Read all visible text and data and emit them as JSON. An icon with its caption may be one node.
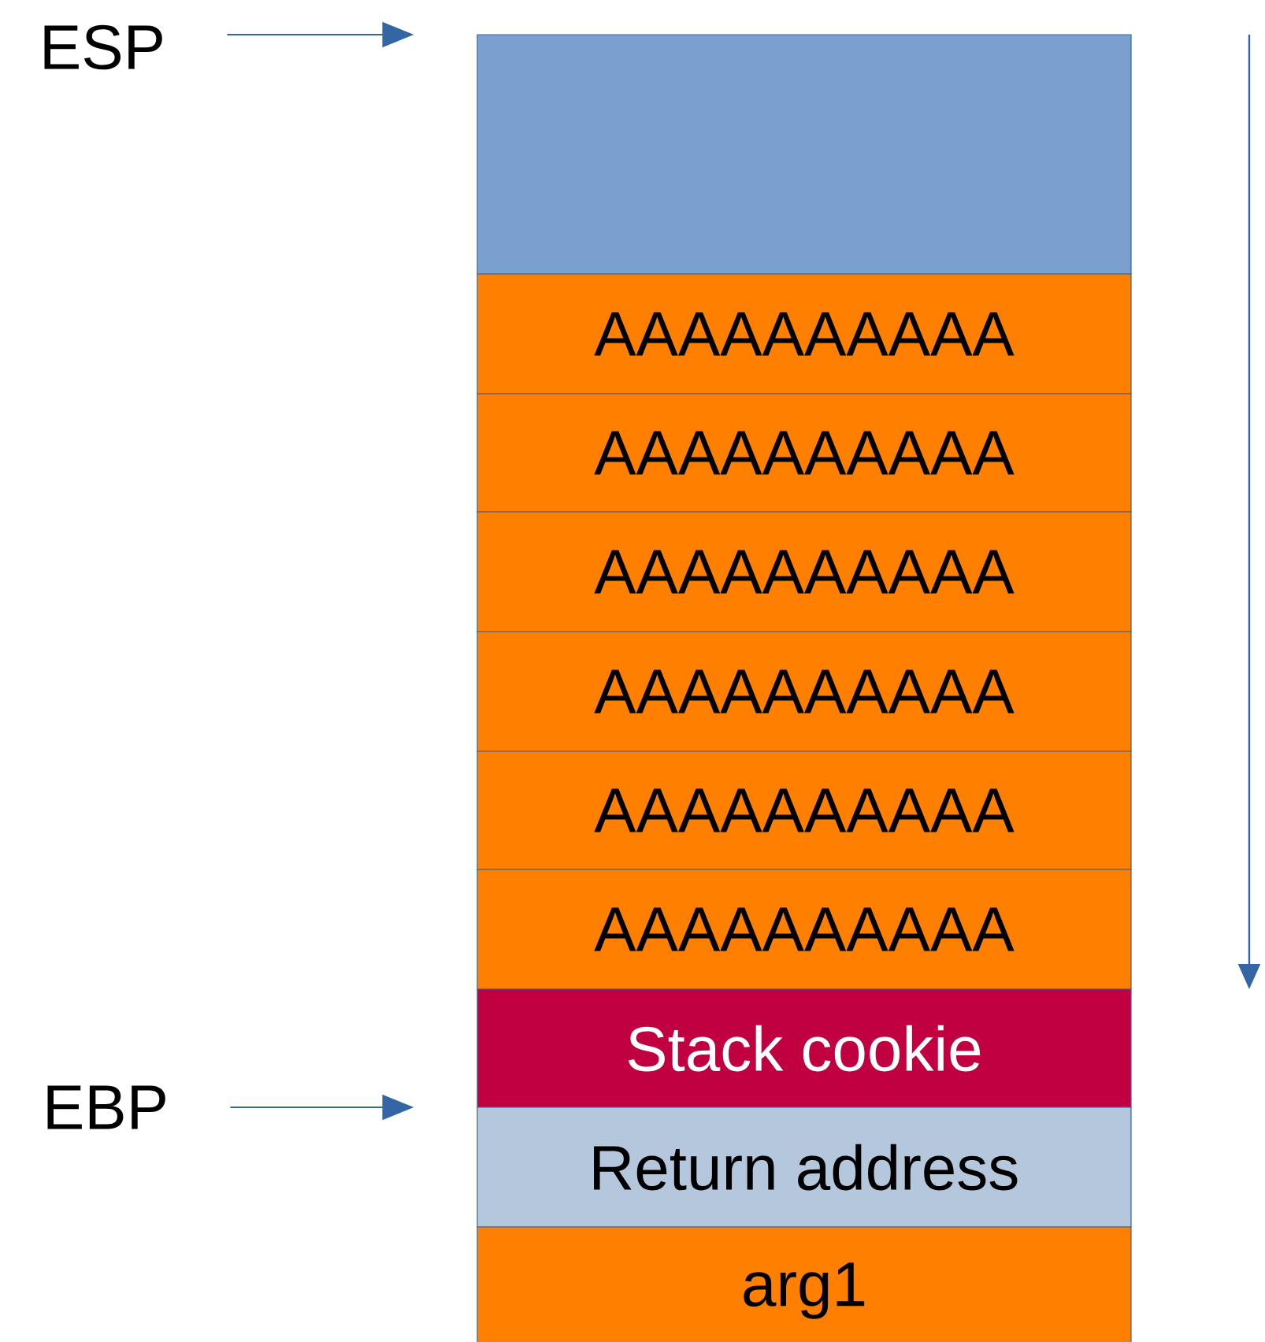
{
  "diagram": {
    "nodes": [
      {
        "text": [
          "ESP"
        ]
      },
      {
        "text": [],
        "shape": "box"
      },
      {
        "text": [
          "AAAAAAAAAA"
        ]
      },
      {
        "text": [
          "AAAAAAAAAA"
        ]
      },
      {
        "text": [
          "AAAAAAAAAA"
        ]
      },
      {
        "text": [
          "AAAAAAAAAA"
        ]
      },
      {
        "text": [
          "AAAAAAAAAA"
        ]
      },
      {
        "text": [
          "AAAAAAAAAA"
        ]
      },
      {
        "text": [
          "Stack cookie"
        ]
      },
      {
        "text": [
          "EBP"
        ]
      },
      {
        "text": [
          "Return address"
        ]
      },
      {
        "text": [
          "arg1"
        ]
      }
    ],
    "edges": [
      {
        "from": 0,
        "to": 1,
        "arrow": "to"
      },
      {
        "from": 9,
        "to": 10,
        "arrow": "to"
      }
    ]
  }
}
